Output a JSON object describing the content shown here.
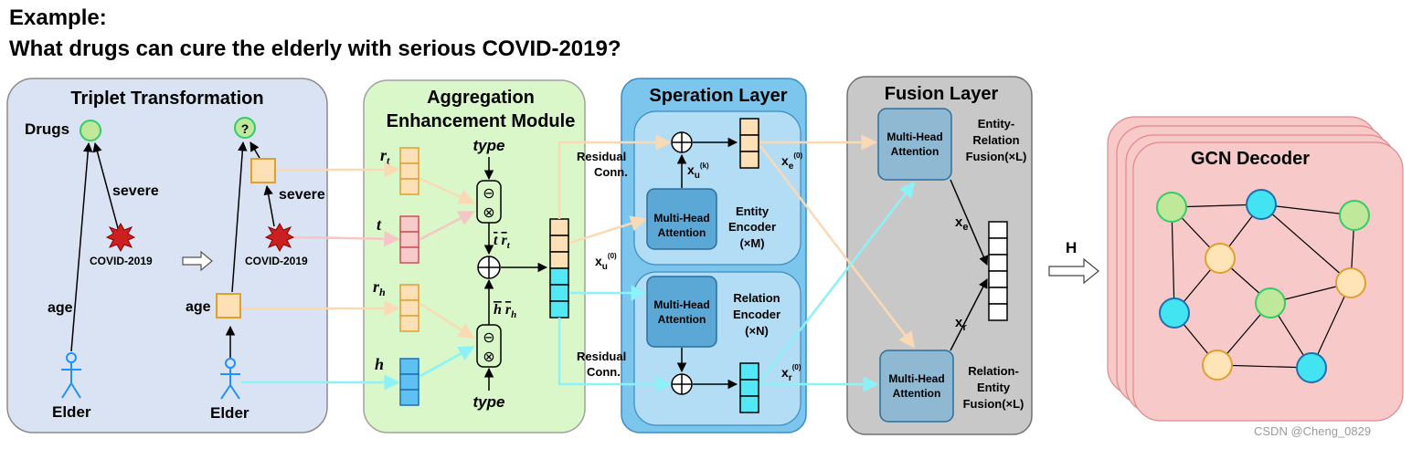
{
  "header": {
    "line1": "Example:",
    "line2": "What drugs can cure the elderly with serious COVID-2019?"
  },
  "triplet": {
    "title": "Triplet Transformation",
    "drugs": "Drugs",
    "unknown": "?",
    "severe": "severe",
    "covid": "COVID-2019",
    "age": "age",
    "elder": "Elder"
  },
  "aggregation": {
    "title_line1": "Aggregation",
    "title_line2": "Enhancement Module",
    "r": "r",
    "t": "t",
    "h": "h",
    "sub_t": "t",
    "sub_h": "h",
    "type": "type",
    "op_minus": "⊖",
    "op_times": "⊗",
    "op_plus": "⊕"
  },
  "separation": {
    "title": "Speration Layer",
    "residual_line1": "Residual",
    "residual_line2": "Conn.",
    "mha_line1": "Multi-Head",
    "mha_line2": "Attention",
    "entity_line1": "Entity",
    "entity_line2": "Encoder",
    "entity_line3": "(×M)",
    "relation_line1": "Relation",
    "relation_line2": "Encoder",
    "relation_line3": "(×N)",
    "x": "x",
    "sub_u": "u",
    "sup_k": "(k)",
    "sup_0": "(0)",
    "sub_e": "e",
    "sub_r": "r"
  },
  "fusion": {
    "title": "Fusion Layer",
    "er_line1": "Entity-",
    "er_line2": "Relation",
    "er_line3": "Fusion(×L)",
    "re_line1": "Relation-",
    "re_line2": "Entity",
    "re_line3": "Fusion(×L)"
  },
  "output": {
    "h_label": "H",
    "gcn_title": "GCN Decoder"
  },
  "watermark": "CSDN @Cheng_0829",
  "colors": {
    "triplet_bg": "#dae3f3",
    "aggregation_bg": "#d9f7c9",
    "separation_bg": "#7cc6ee",
    "separation_inner": "#b3dcf5",
    "fusion_bg": "#c8c8c8",
    "mha_fill": "#5ba7d6",
    "gcn_bg": "#f8c9c9",
    "node_green": "#bfe89a",
    "node_cyan": "#43e4f2",
    "node_orange": "#ffe4b8",
    "cell_orange": "#fde0b6",
    "cell_pink": "#f8caca",
    "cell_blue": "#5fc1f3",
    "cell_cyan": "#53e8f5",
    "arrow_peach": "#fbd9b4",
    "arrow_cyan": "#8cf2f8",
    "arrow_pink": "#f6c5c5"
  }
}
